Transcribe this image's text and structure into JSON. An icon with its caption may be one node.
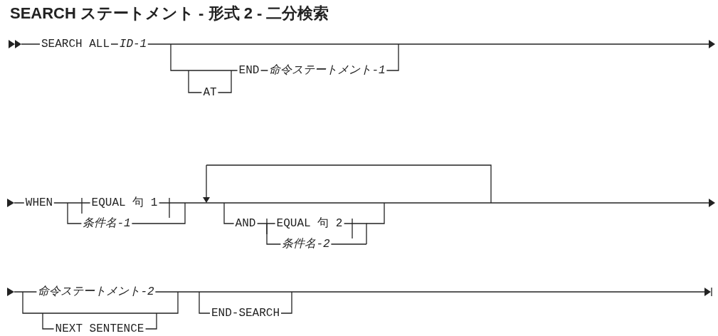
{
  "diagram": {
    "title": "SEARCH ステートメント - 形式 2 - 二分検索",
    "labels": [
      "SEARCH ALL",
      "ID-1",
      "AT",
      "END",
      "命令ステートメント-1",
      "WHEN",
      "EQUAL 句 1",
      "条件名-1",
      "AND",
      "EQUAL 句 2",
      "条件名-2",
      "命令ステートメント-2",
      "NEXT SENTENCE",
      "END-SEARCH"
    ]
  }
}
